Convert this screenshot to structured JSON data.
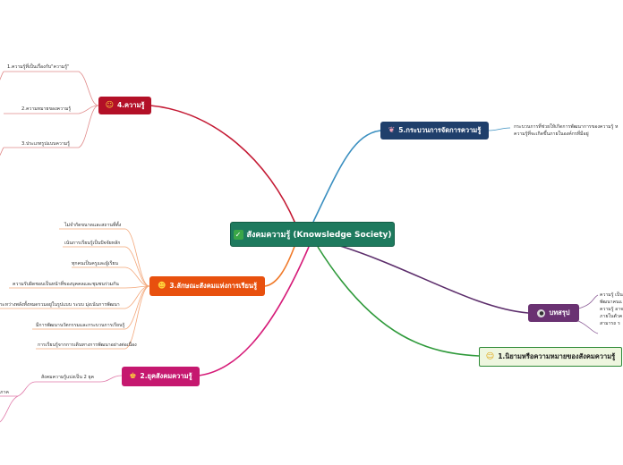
{
  "center": {
    "icon": "check-mark-icon",
    "label": "สังคมความรู้ (Knowsledge Society)",
    "color": "#1e7a5e"
  },
  "branches": {
    "b4": {
      "icon": "star-struck-emoji-icon",
      "label": "4.ความรู้",
      "color": "#b31027",
      "leaves": [
        "1.ความรู้ที่เป็นเรื่องกับ\"ความรู้\"",
        "2.ความหมายของความรู้",
        "3.ประเภทรูปแบบความรู้"
      ]
    },
    "b5": {
      "icon": "brain-icon",
      "label": "5.กระบวนการจัดการความรู้",
      "color": "#1f3f6b",
      "text": [
        "กระบวนการที่ช่วยให้เกิดการพัฒนาการของความรู้ ห",
        "ความรู้ที่จะเกิดขึ้นภายในองค์กรที่มีอยู่"
      ]
    },
    "b3": {
      "icon": "sunglasses-emoji-icon",
      "label": "3.ลักษณะสังคมแห่งการเรียนรู้",
      "color": "#e8500e",
      "leaves": [
        "ไม่จำกัดขนาดและสถานที่ตั้ง",
        "เน้นการเรียนรู้เป็นปัจจัยหลัก",
        "ทุกคนเป็นครูและผู้เรียน",
        "ความรับผิดชอบเป็นหน้าที่ของบุคคลและชุมชนร่วมกัน",
        "ระหว่างพลังทั้งหมดรวมอยู่ในรูปแบบ ระบบ มุ่งเน้นการพัฒนา",
        "มีการพัฒนานวัตกรรมและกระบวนการเรียนรู้",
        "การเรียนรู้จากการเดินทางการพัฒนาอย่างต่อเนื่อง"
      ]
    },
    "summary": {
      "icon": "speech-head-icon",
      "label": "บทสรุป",
      "color": "#6a3272",
      "text": [
        "ความรู้ เป็น",
        "พัฒนาคนแ",
        "ความรู้ อาจ",
        "ภายในตัวค",
        "สามารถ ร"
      ]
    },
    "b2": {
      "icon": "student-icon",
      "label": "2.ยุคสังคมความรู้",
      "color": "#c5186f",
      "leaves": [
        "สังคมความรู้แบ่งเป็น 2 ยุค"
      ],
      "sub": [
        "ภาค"
      ]
    },
    "b1": {
      "icon": "thinking-face-icon",
      "label": "1.นิยามหรือความหมายของสังคมความรู้",
      "color": "#2e8a37"
    }
  }
}
